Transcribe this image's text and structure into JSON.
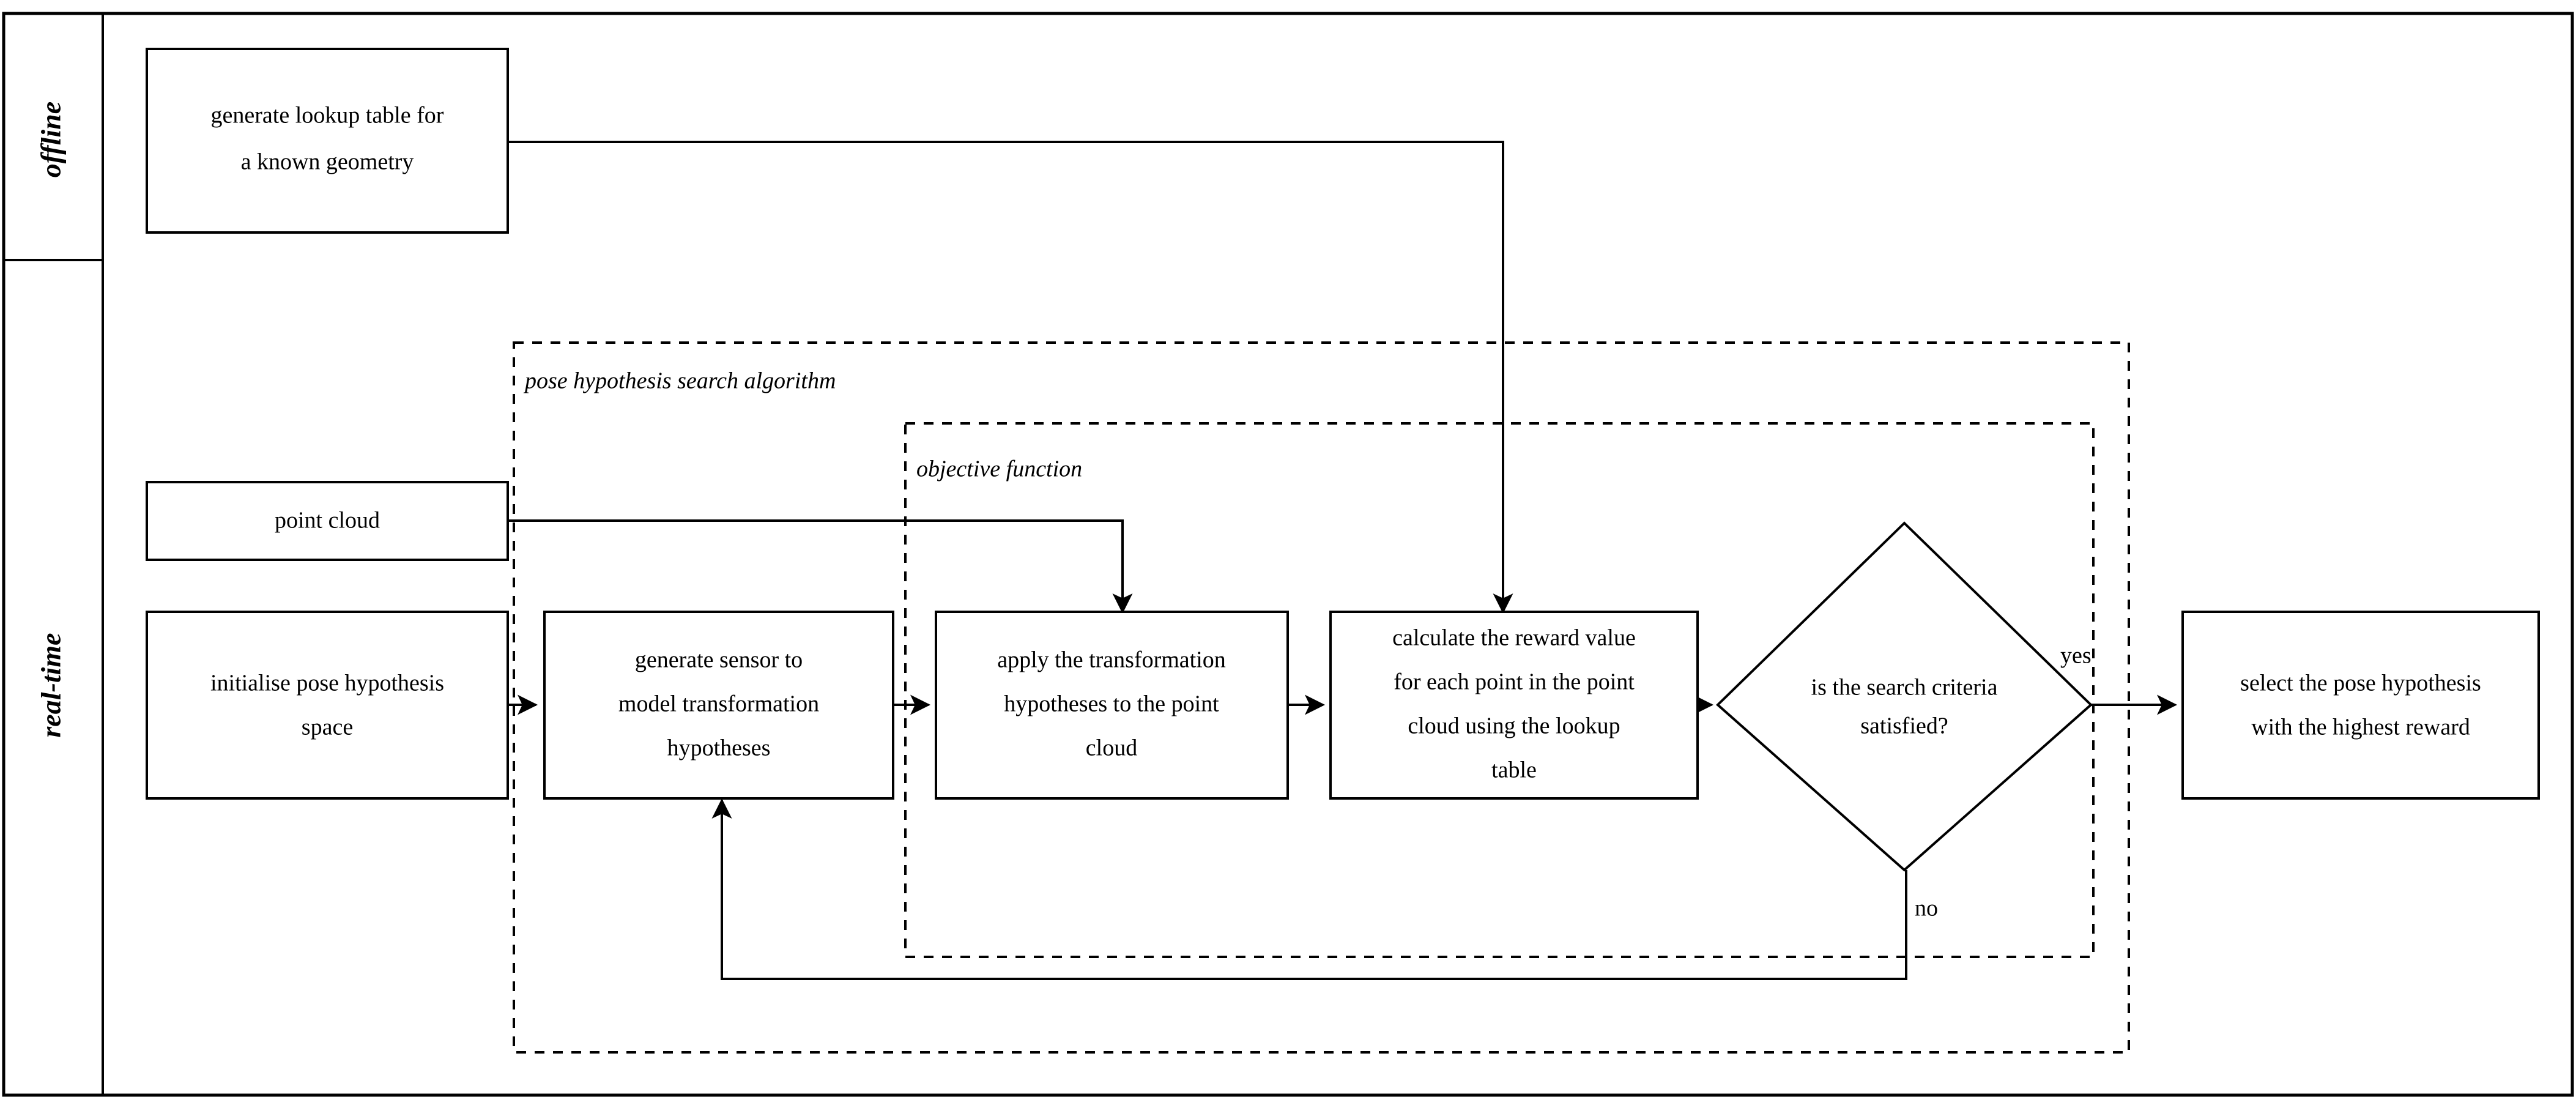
{
  "diagram": {
    "lanes": [
      {
        "id": "offline",
        "label": "offline"
      },
      {
        "id": "real-time",
        "label": "real-time"
      }
    ],
    "groups": [
      {
        "id": "pose-hypothesis-search-algorithm",
        "label": "pose hypothesis search algorithm"
      },
      {
        "id": "objective-function",
        "label": "objective function"
      }
    ],
    "nodes": [
      {
        "id": "generate-lookup-table",
        "shape": "process",
        "lines": [
          "generate lookup table for",
          "a known geometry"
        ]
      },
      {
        "id": "point-cloud",
        "shape": "process",
        "lines": [
          "point cloud"
        ]
      },
      {
        "id": "initialise-pose-hypothesis-space",
        "shape": "process",
        "lines": [
          "initialise pose hypothesis",
          "space"
        ]
      },
      {
        "id": "generate-sensor-to-model-transformation-hypotheses",
        "shape": "process",
        "lines": [
          "generate sensor to",
          "model transformation",
          "hypotheses"
        ]
      },
      {
        "id": "apply-transformation-hypotheses",
        "shape": "process",
        "lines": [
          "apply the transformation",
          "hypotheses to the point",
          "cloud"
        ]
      },
      {
        "id": "calculate-reward-value",
        "shape": "process",
        "lines": [
          "calculate the reward value",
          "for each point in the point",
          "cloud using the lookup",
          "table"
        ]
      },
      {
        "id": "is-search-criteria-satisfied",
        "shape": "decision",
        "lines": [
          "is the search criteria",
          "satisfied?"
        ]
      },
      {
        "id": "select-pose-hypothesis",
        "shape": "process",
        "lines": [
          "select the pose hypothesis",
          "with the highest reward"
        ]
      }
    ],
    "edge_labels": [
      {
        "id": "yes",
        "label": "yes"
      },
      {
        "id": "no",
        "label": "no"
      }
    ],
    "colors": {
      "stroke": "#000000",
      "fill": "#ffffff",
      "background": "#ffffff"
    }
  }
}
